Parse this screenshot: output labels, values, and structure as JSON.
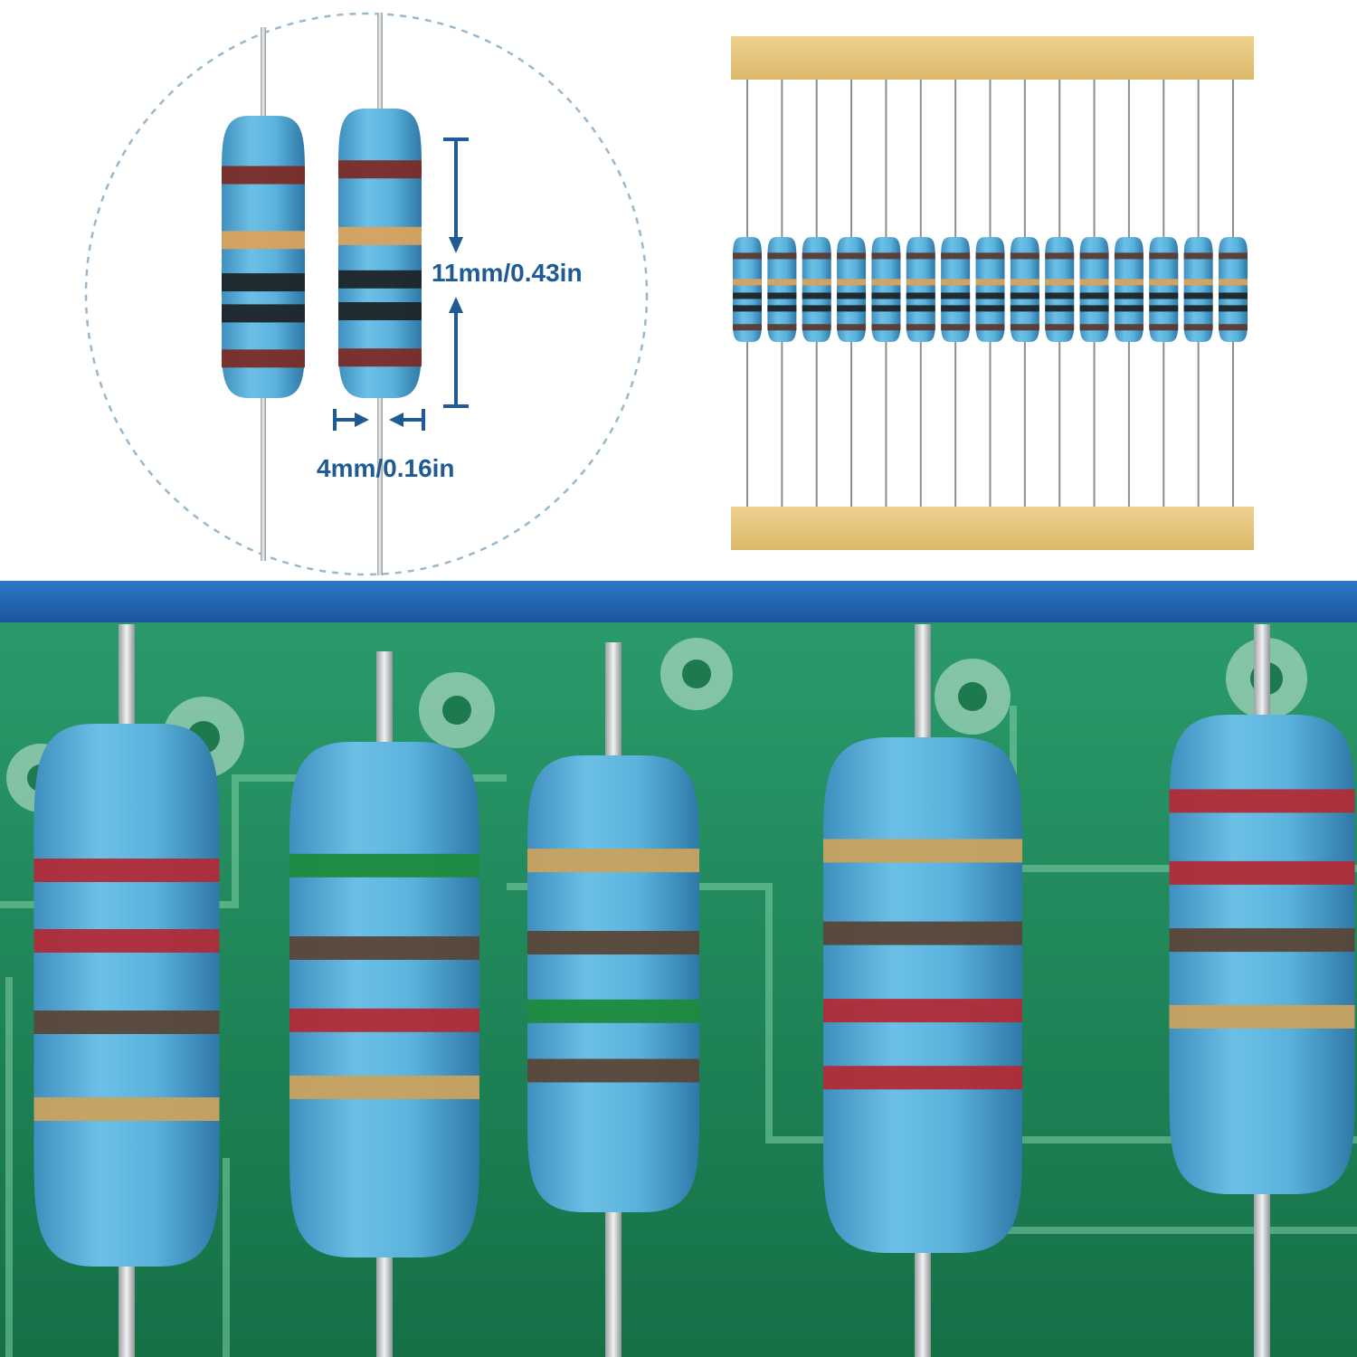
{
  "dimensions": {
    "length_label": "11mm/0.43in",
    "width_label": "4mm/0.16in"
  },
  "colors": {
    "accent": "#1f5a95",
    "banner": "#1f64b0",
    "resistor_body": "#5ab2dc",
    "tape": "#e9c97f",
    "pcb": "#1f8a5a"
  },
  "strip": {
    "count": 15
  },
  "detail_resistors": [
    {
      "bands": [
        "#7a2b26",
        "#d9a25c",
        "#1e2428",
        "#1e2428",
        "#7a2b26"
      ]
    },
    {
      "bands": [
        "#7a2b26",
        "#d9a25c",
        "#1e2428",
        "#1e2428",
        "#7a2b26"
      ]
    }
  ],
  "photo_resistors": [
    {
      "bands": [
        "#b02b36",
        "#b02b36",
        "#5a4637",
        "#c9a25e"
      ]
    },
    {
      "bands": [
        "#1e8a3c",
        "#5a4637",
        "#b02b36",
        "#c9a25e"
      ]
    },
    {
      "bands": [
        "#c9a25e",
        "#5a4637",
        "#1e8a3c",
        "#5a4637"
      ]
    },
    {
      "bands": [
        "#c9a25e",
        "#5a4637",
        "#b02b36",
        "#b02b36"
      ]
    },
    {
      "bands": [
        "#b02b36",
        "#b02b36",
        "#5a4637",
        "#c9a25e"
      ]
    }
  ]
}
